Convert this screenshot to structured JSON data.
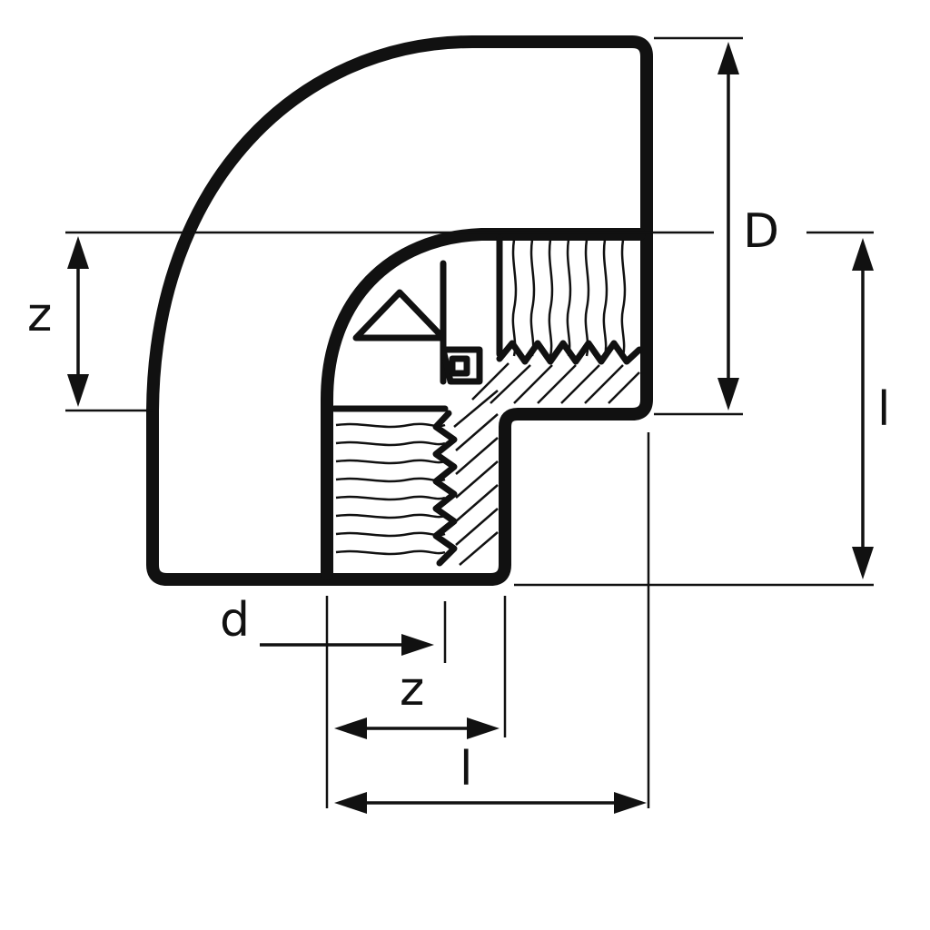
{
  "diagram": {
    "labels": {
      "D": "D",
      "z_left": "z",
      "l_right": "l",
      "d_bottom": "d",
      "z_bottom": "z",
      "l_bottom": "l"
    },
    "colors": {
      "line": "#111111",
      "background": "#ffffff"
    }
  }
}
